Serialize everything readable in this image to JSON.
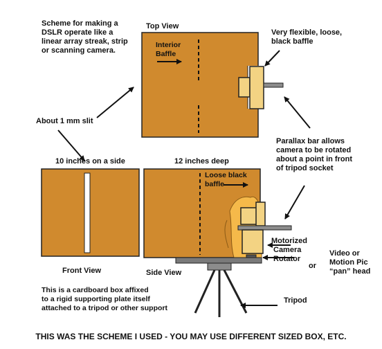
{
  "scheme_text": {
    "line1": "Scheme for making a",
    "line2": "DSLR operate like a",
    "line3": "linear array streak, strip",
    "line4": "or scanning camera."
  },
  "top_view": "Top View",
  "interior_baffle": {
    "line1": "Interior",
    "line2": "Baffle"
  },
  "flexible_baffle": {
    "line1": "Very flexible, loose,",
    "line2": "black baffle"
  },
  "slit": "About 1 mm slit",
  "parallax": {
    "line1": "Parallax bar allows",
    "line2": "camera to be rotated",
    "line3": "about a point in front",
    "line4": "of tripod socket"
  },
  "ten_inches": "10 inches on a side",
  "twelve_inches": "12 inches deep",
  "loose_baffle": {
    "line1": "Loose black",
    "line2": "baffle"
  },
  "motorized": {
    "line1": "Motorized",
    "line2": "Camera",
    "or": "or",
    "line3": "Rotator"
  },
  "video": {
    "line1": "Video or",
    "line2": "Motion Pic",
    "line3": "“pan” head"
  },
  "front_view": "Front View",
  "side_view": "Side View",
  "cardboard": {
    "line1": "This is a cardboard box affixed",
    "line2": "to a rigid supporting plate itself",
    "line3": "attached to a tripod or other support"
  },
  "tripod": "Tripod",
  "footer": "THIS WAS THE SCHEME I USED - YOU MAY USE DIFFERENT SIZED BOX, ETC.",
  "colors": {
    "cardboard": "#d08a2e",
    "camera": "#f3d383",
    "outline": "#222222",
    "plate": "#7a7a7a",
    "text": "#111111"
  }
}
